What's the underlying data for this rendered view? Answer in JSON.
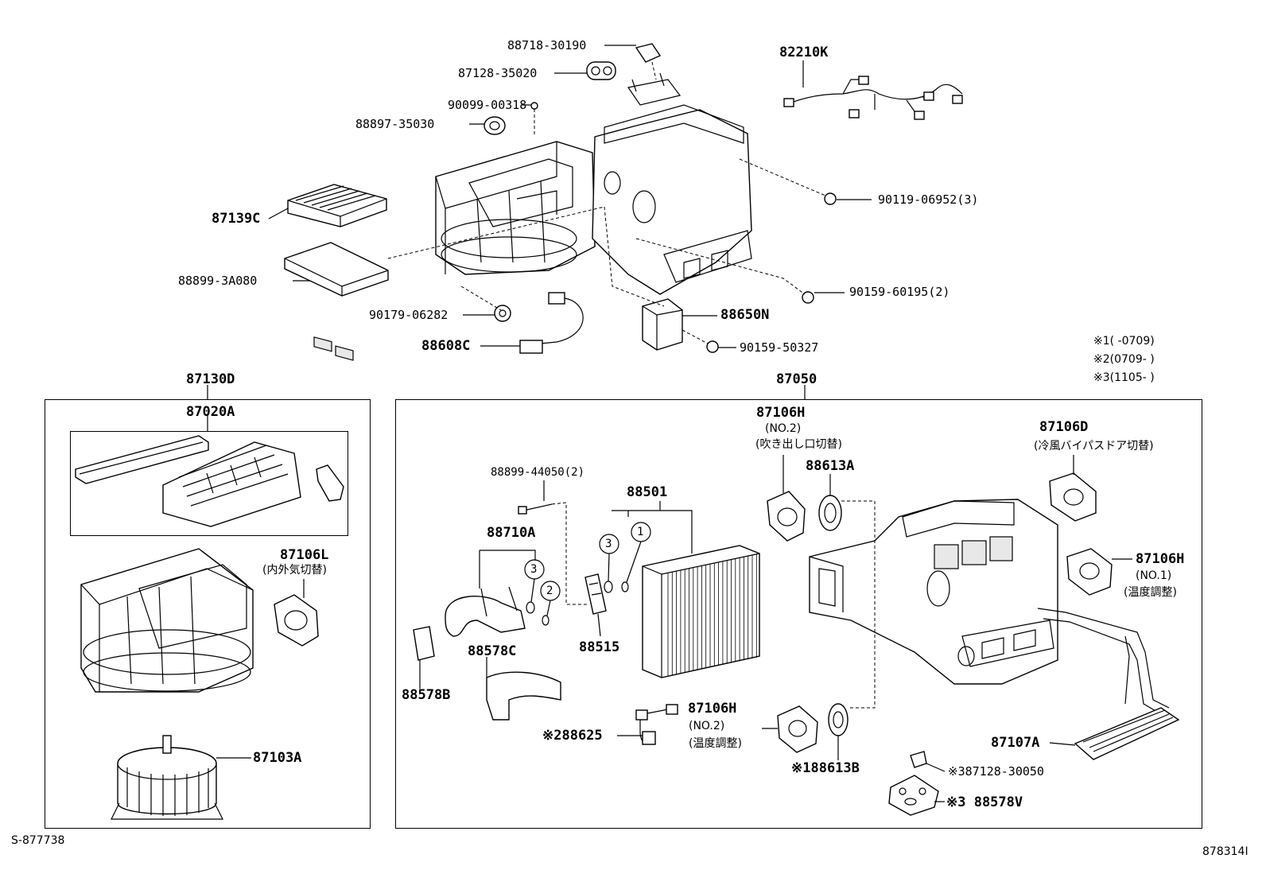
{
  "top": {
    "labels": {
      "p88718": "88718-30190",
      "p87128a": "87128-35020",
      "p90099": "90099-00318",
      "p88897": "88897-35030",
      "p82210": "82210K",
      "p90119": "90119-06952(3)",
      "p87139": "87139C",
      "p88899a": "88899-3A080",
      "p90159a": "90159-60195(2)",
      "p90179": "90179-06282",
      "p88650": "88650N",
      "p88608": "88608C",
      "p90159b": "90159-50327"
    }
  },
  "notes": [
    "※1(    -0709)",
    "※2(0709-    )",
    "※3(1105-    )"
  ],
  "left_box": {
    "title": "87130D",
    "inner_title": "87020A",
    "p87106L": "87106L",
    "p87106L_desc": "(内外気切替)",
    "p87103": "87103A"
  },
  "right_box": {
    "title": "87050",
    "p87106H_a": "87106H",
    "p87106H_a_no": "(NO.2)",
    "p87106H_a_desc": "(吹き出し口切替)",
    "p88613A": "88613A",
    "p87106D": "87106D",
    "p87106D_desc": "(冷風バイパスドア切替)",
    "p88899b": "88899-44050(2)",
    "p88501": "88501",
    "p88710": "88710A",
    "c1": "1",
    "c2": "2",
    "c3a": "3",
    "c3b": "3",
    "p87106H_b": "87106H",
    "p87106H_b_no": "(NO.1)",
    "p87106H_b_desc": "(温度調整)",
    "p88515": "88515",
    "p88578C": "88578C",
    "p88578B": "88578B",
    "p87106H_c": "87106H",
    "p87106H_c_no": "(NO.2)",
    "p87106H_c_desc": "(温度調整)",
    "p88625": "※288625",
    "p88613B": "※188613B",
    "p87107": "87107A",
    "p87128b": "※387128-30050",
    "p88578V": "※3 88578V"
  },
  "footer": {
    "left_code": "S-877738",
    "right_code": "878314I"
  }
}
